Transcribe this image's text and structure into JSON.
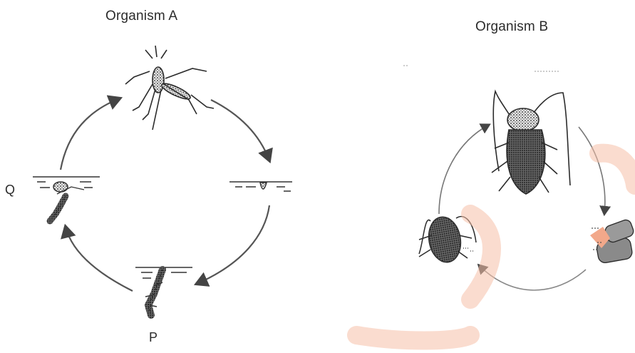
{
  "organism_a": {
    "title": "Organism A",
    "stage_q_label": "Q",
    "stage_p_label": "P"
  },
  "organism_b": {
    "title": "Organism B"
  },
  "colors": {
    "ink": "#2b2b2b",
    "arrow": "#555555",
    "water": "#333333",
    "watermark": "#f2a88a"
  },
  "icons": {
    "adult_mosquito": "mosquito-adult-icon",
    "egg_raft": "egg-raft-icon",
    "larva": "larva-icon",
    "pupa": "pupa-icon",
    "adult_cockroach": "cockroach-adult-icon",
    "cockroach_eggs": "ootheca-eggs-icon",
    "cockroach_nymph": "cockroach-nymph-icon"
  }
}
